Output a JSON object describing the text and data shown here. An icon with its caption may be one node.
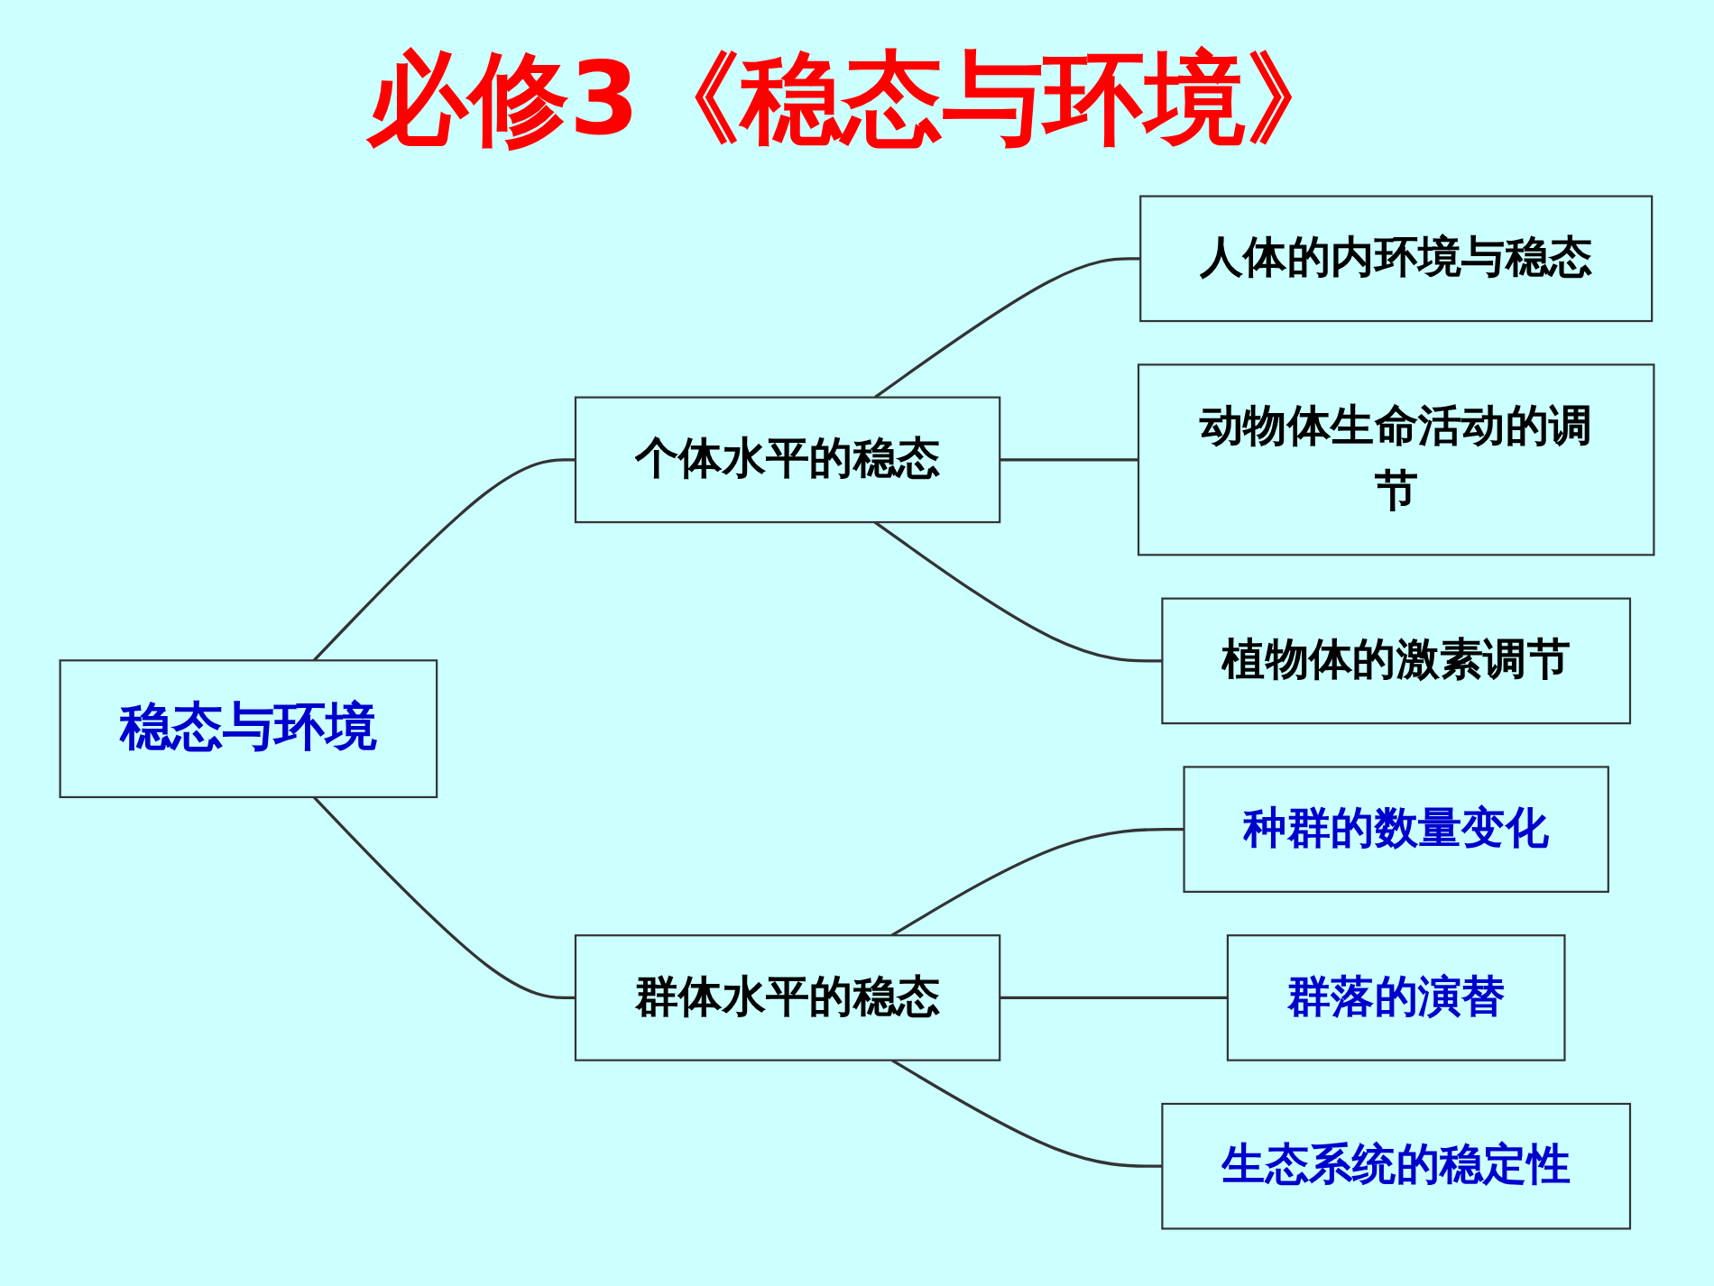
{
  "diagram": {
    "title": "必修3《稳态与环境》",
    "nodes": [
      {
        "text": [
          "稳态与环境"
        ]
      },
      {
        "text": [
          "个体水平的稳态"
        ]
      },
      {
        "text": [
          "群体水平的稳态"
        ]
      },
      {
        "text": [
          "人体的内环境与稳态"
        ]
      },
      {
        "text": [
          "动物体生命活动的调节"
        ]
      },
      {
        "text": [
          "植物体的激素调节"
        ]
      },
      {
        "text": [
          "种群的数量变化"
        ]
      },
      {
        "text": [
          "群落的演替"
        ]
      },
      {
        "text": [
          "生态系统的稳定性"
        ]
      }
    ],
    "edges": [
      {
        "from": 0,
        "to": 1,
        "arrow": "none"
      },
      {
        "from": 0,
        "to": 2,
        "arrow": "none"
      },
      {
        "from": 1,
        "to": 3,
        "arrow": "none"
      },
      {
        "from": 1,
        "to": 4,
        "arrow": "none"
      },
      {
        "from": 1,
        "to": 5,
        "arrow": "none"
      },
      {
        "from": 2,
        "to": 6,
        "arrow": "none"
      },
      {
        "from": 2,
        "to": 7,
        "arrow": "none"
      },
      {
        "from": 2,
        "to": 8,
        "arrow": "none"
      }
    ]
  }
}
